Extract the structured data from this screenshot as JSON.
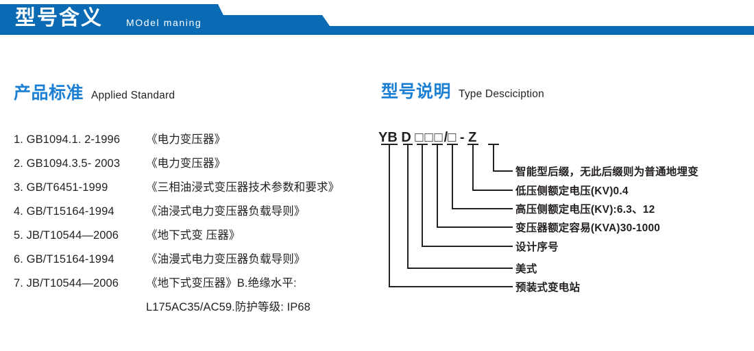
{
  "banner": {
    "title_cn": "型号含义",
    "title_en": "MOdel maning",
    "bar_color": "#0A6BB4"
  },
  "headings": {
    "standard": {
      "cn": "产品标准",
      "en": "Applied Standard",
      "color": "#1B7FD4"
    },
    "type": {
      "cn": "型号说明",
      "en": "Type Desciciption",
      "color": "#1B7FD4"
    }
  },
  "standards": [
    {
      "code": "1. GB1094.1. 2-1996",
      "name": "《电力变压器》"
    },
    {
      "code": "2. GB1094.3.5- 2003",
      "name": "《电力变压器》"
    },
    {
      "code": "3. GB/T6451-1999",
      "name": "《三相油浸式变压器技术参数和要求》"
    },
    {
      "code": "4. GB/T15164-1994",
      "name": "《油浸式电力变压器负载导则》"
    },
    {
      "code": "5. JB/T10544—2006",
      "name": "《地下式变 压器》"
    },
    {
      "code": "6. GB/T15164-1994",
      "name": "《油漫式电力变压器负载导则》"
    },
    {
      "code": "7. JB/T10544—2006",
      "name": "《地下式变压器》B.绝缘水平:"
    },
    {
      "code": "",
      "name": "L175AC35/AC59.防护等级: IP68"
    }
  ],
  "model_code": {
    "prefix": "YB",
    "second": "D",
    "boxes": "□□□",
    "slash": "/",
    "box_after_slash": "□",
    "dash": "-",
    "suffix": "Z",
    "full": "YB D □□□/□ - Z"
  },
  "callouts": [
    {
      "id": "suffix-z",
      "label": "智能型后缀，无此后缀则为普通地埋变"
    },
    {
      "id": "lv-voltage",
      "label": "低压侧额定电压(KV)0.4"
    },
    {
      "id": "hv-voltage",
      "label": "高压侧额定电压(KV):6.3、12"
    },
    {
      "id": "rated-capacity",
      "label": "变压器额定容易(KVA)30-1000"
    },
    {
      "id": "design-serial",
      "label": "设计序号"
    },
    {
      "id": "american-type",
      "label": "美式"
    },
    {
      "id": "prefab-substation",
      "label": "预装式变电站"
    }
  ]
}
